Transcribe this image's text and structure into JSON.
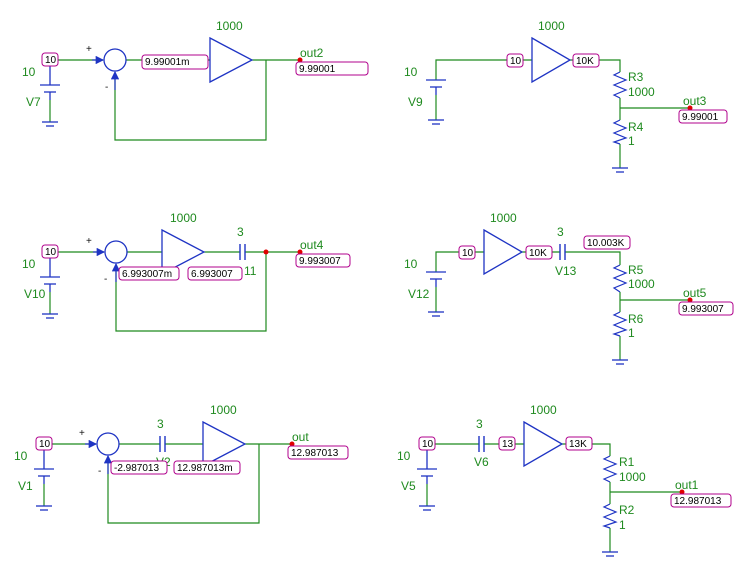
{
  "colors": {
    "wire": "#1f8a1f",
    "part": "#1f34c4",
    "tag_border": "#b0008c",
    "text": "#1f8a1f",
    "node": "#e00000"
  },
  "circuits": {
    "c1": {
      "source_value": "10",
      "source_name": "V7",
      "node_in": "10",
      "node_err": "9.99001m",
      "gain": "1000",
      "out_name": "out2",
      "out_value": "9.99001",
      "plus": "+",
      "minus": "-"
    },
    "c2": {
      "source_value": "10",
      "source_name": "V9",
      "node_in": "10",
      "gain": "1000",
      "node_amp": "10K",
      "r_top_name": "R3",
      "r_top_value": "1000",
      "r_bot_name": "R4",
      "r_bot_value": "1",
      "out_name": "out3",
      "out_value": "9.99001"
    },
    "c3": {
      "source_value": "10",
      "source_name": "V10",
      "node_in": "10",
      "gain": "1000",
      "node_err": "6.993007m",
      "node_amp": "6.993007",
      "cap_value": "3",
      "cap_name": "11",
      "out_name": "out4",
      "out_value": "9.993007",
      "plus": "+",
      "minus": "-"
    },
    "c4": {
      "source_value": "10",
      "source_name": "V12",
      "node_in": "10",
      "gain": "1000",
      "node_amp": "10K",
      "cap_value": "3",
      "cap_name": "V13",
      "node_top": "10.003K",
      "r_top_name": "R5",
      "r_top_value": "1000",
      "r_bot_name": "R6",
      "r_bot_value": "1",
      "out_name": "out5",
      "out_value": "9.993007"
    },
    "c5": {
      "source_value": "10",
      "source_name": "V1",
      "node_in": "10",
      "cap_value": "3",
      "cap_name": "V2",
      "gain": "1000",
      "node_err": "-2.987013",
      "node_amp": "12.987013m",
      "out_name": "out",
      "out_value": "12.987013",
      "plus": "+",
      "minus": "-"
    },
    "c6": {
      "source_value": "10",
      "source_name": "V5",
      "node_in": "10",
      "cap_value": "3",
      "cap_name": "V6",
      "node_cap": "13",
      "gain": "1000",
      "node_amp": "13K",
      "r_top_name": "R1",
      "r_top_value": "1000",
      "r_bot_name": "R2",
      "r_bot_value": "1",
      "out_name": "out1",
      "out_value": "12.987013"
    }
  }
}
